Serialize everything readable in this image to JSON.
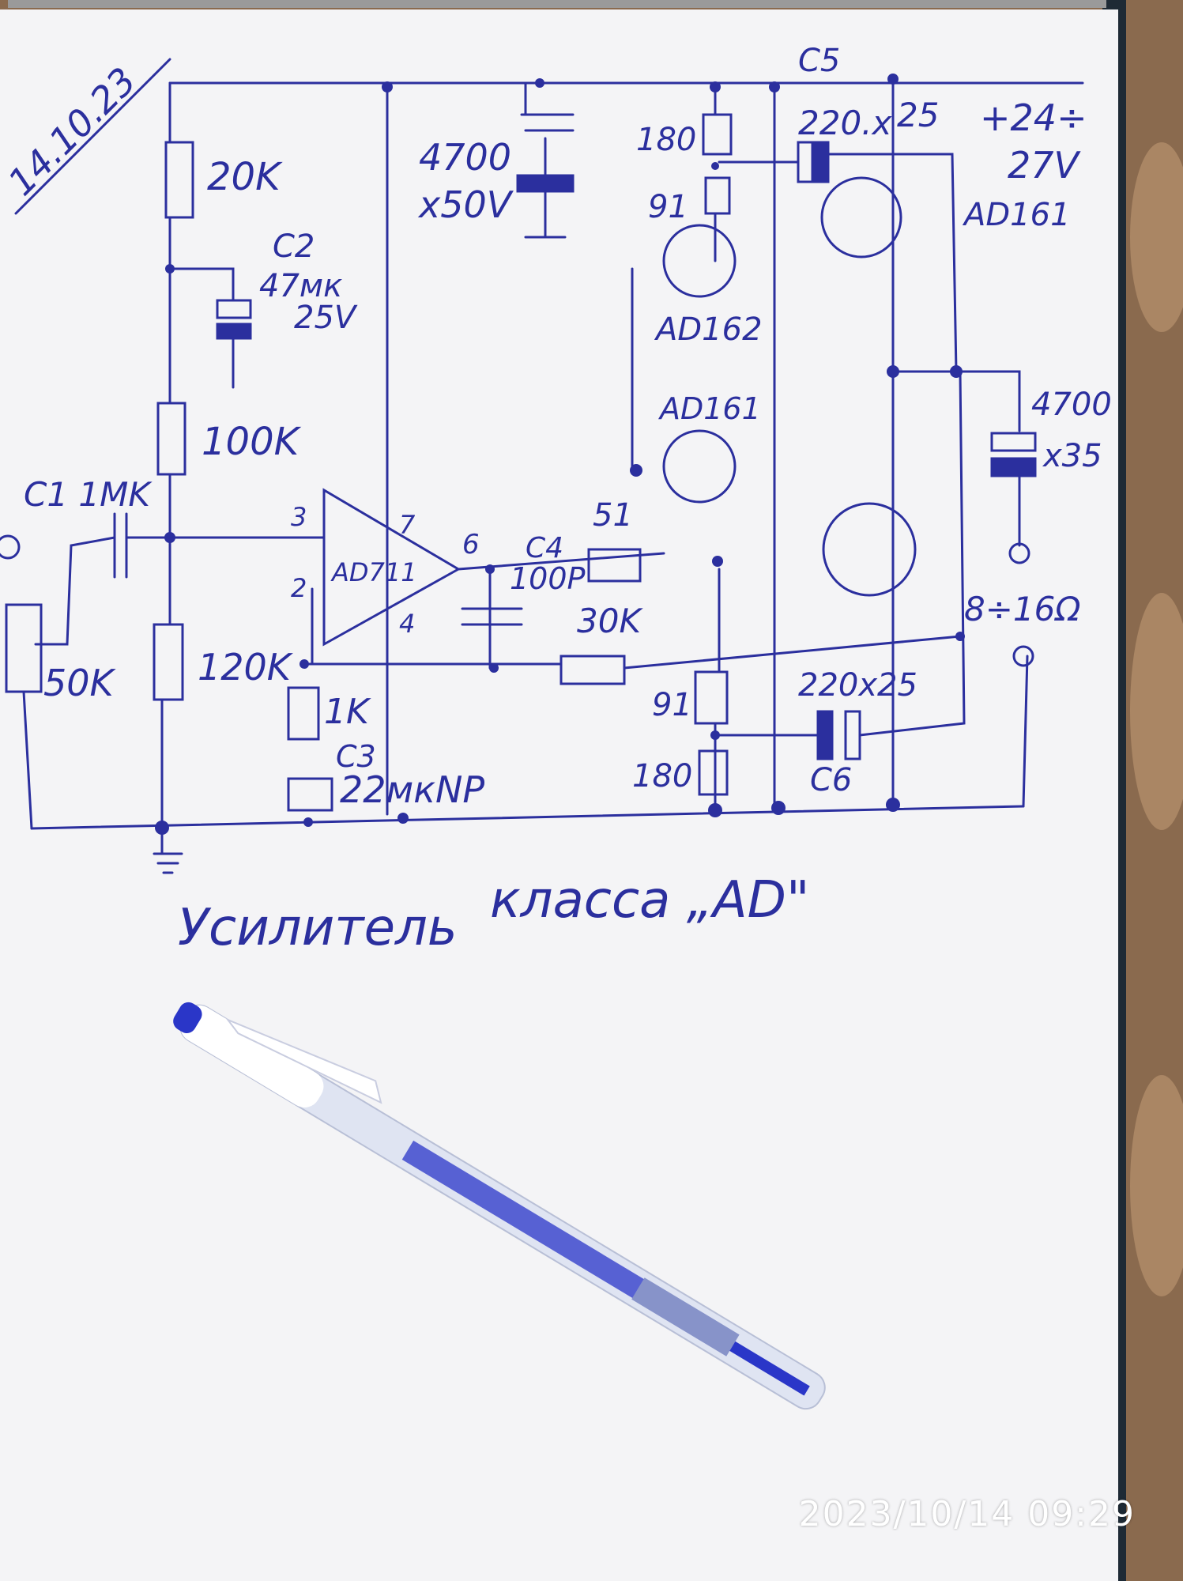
{
  "date": "14.10.23",
  "labels": {
    "r_20k": "20K",
    "c2_name": "C2",
    "c2_value": "47мк",
    "c2_voltage": "25V",
    "r_100k": "100K",
    "c1": "C1 1MK",
    "pot": "50K",
    "r_120k": "120K",
    "r_1k": "1K",
    "c3_name": "C3",
    "c3_value": "22мкNP",
    "cap_4700_a": "4700",
    "cap_4700_a_v": "x50V",
    "opamp": "AD711",
    "pin3": "3",
    "pin2": "2",
    "pin7": "7",
    "pin4": "4",
    "pin6": "6",
    "c4_name": "C4",
    "c4_value": "100P",
    "r_51": "51",
    "r_30k": "30K",
    "r_180_top": "180",
    "r_91_top": "91",
    "q_ad162": "AD162",
    "q_ad161_mid": "AD161",
    "q_ad161_top": "AD161",
    "c5_name": "C5",
    "c5_value": "220.x",
    "c5_voltage": "25",
    "supply_1": "+24÷",
    "supply_2": "27V",
    "cap_4700_b": "4700",
    "cap_4700_b_v": "x35",
    "load": "8÷16Ω",
    "r_91_bot": "91",
    "r_180_bot": "180",
    "c6_value": "220x25",
    "c6_name": "C6",
    "title_1": "Усилитель",
    "title_2": "класса „АD\""
  },
  "timestamp": "2023/10/14  09:29",
  "colors": {
    "ink": "#2b2f9e",
    "paper": "#f4f4f6",
    "pen_blue": "#2a36c8"
  }
}
